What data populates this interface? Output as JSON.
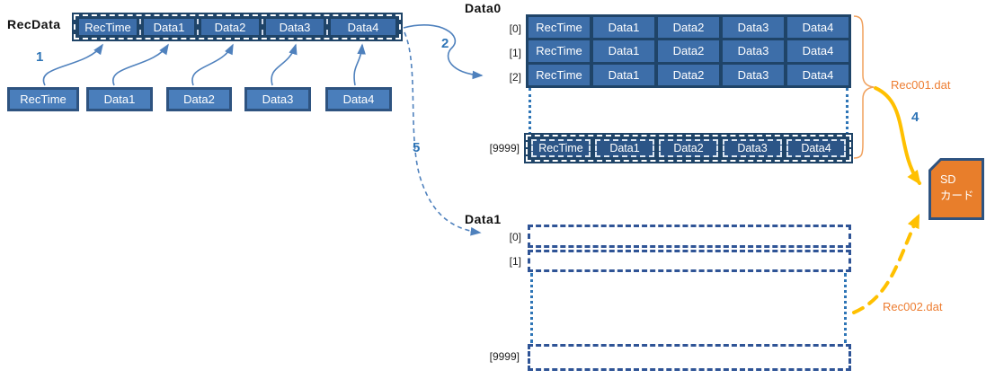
{
  "struct": {
    "label": "RecData",
    "fields": [
      "RecTime",
      "Data1",
      "Data2",
      "Data3",
      "Data4"
    ]
  },
  "sources": [
    "RecTime",
    "Data1",
    "Data2",
    "Data3",
    "Data4"
  ],
  "steps": {
    "s1": "1",
    "s2": "2",
    "s4": "4",
    "s5": "5"
  },
  "data0": {
    "label": "Data0",
    "row_indices": [
      "[0]",
      "[1]",
      "[2]"
    ],
    "last_index": "[9999]",
    "fields": [
      "RecTime",
      "Data1",
      "Data2",
      "Data3",
      "Data4"
    ]
  },
  "data1": {
    "label": "Data1",
    "row_indices": [
      "[0]",
      "[1]"
    ],
    "last_index": "[9999]"
  },
  "files": {
    "file1": "Rec001.dat",
    "file2": "Rec002.dat"
  },
  "sd_card": {
    "line1": "SD",
    "line2": "カード"
  },
  "colors": {
    "navy": "#1f4468",
    "cell_blue": "#3d6ea9",
    "box_blue": "#4a7ebb",
    "box_border": "#2e5380",
    "arrow_blue": "#4f81bd",
    "step_blue": "#2e74b6",
    "orange": "#ed7d31",
    "sd_orange": "#e87e2b",
    "yellow": "#ffc000"
  }
}
